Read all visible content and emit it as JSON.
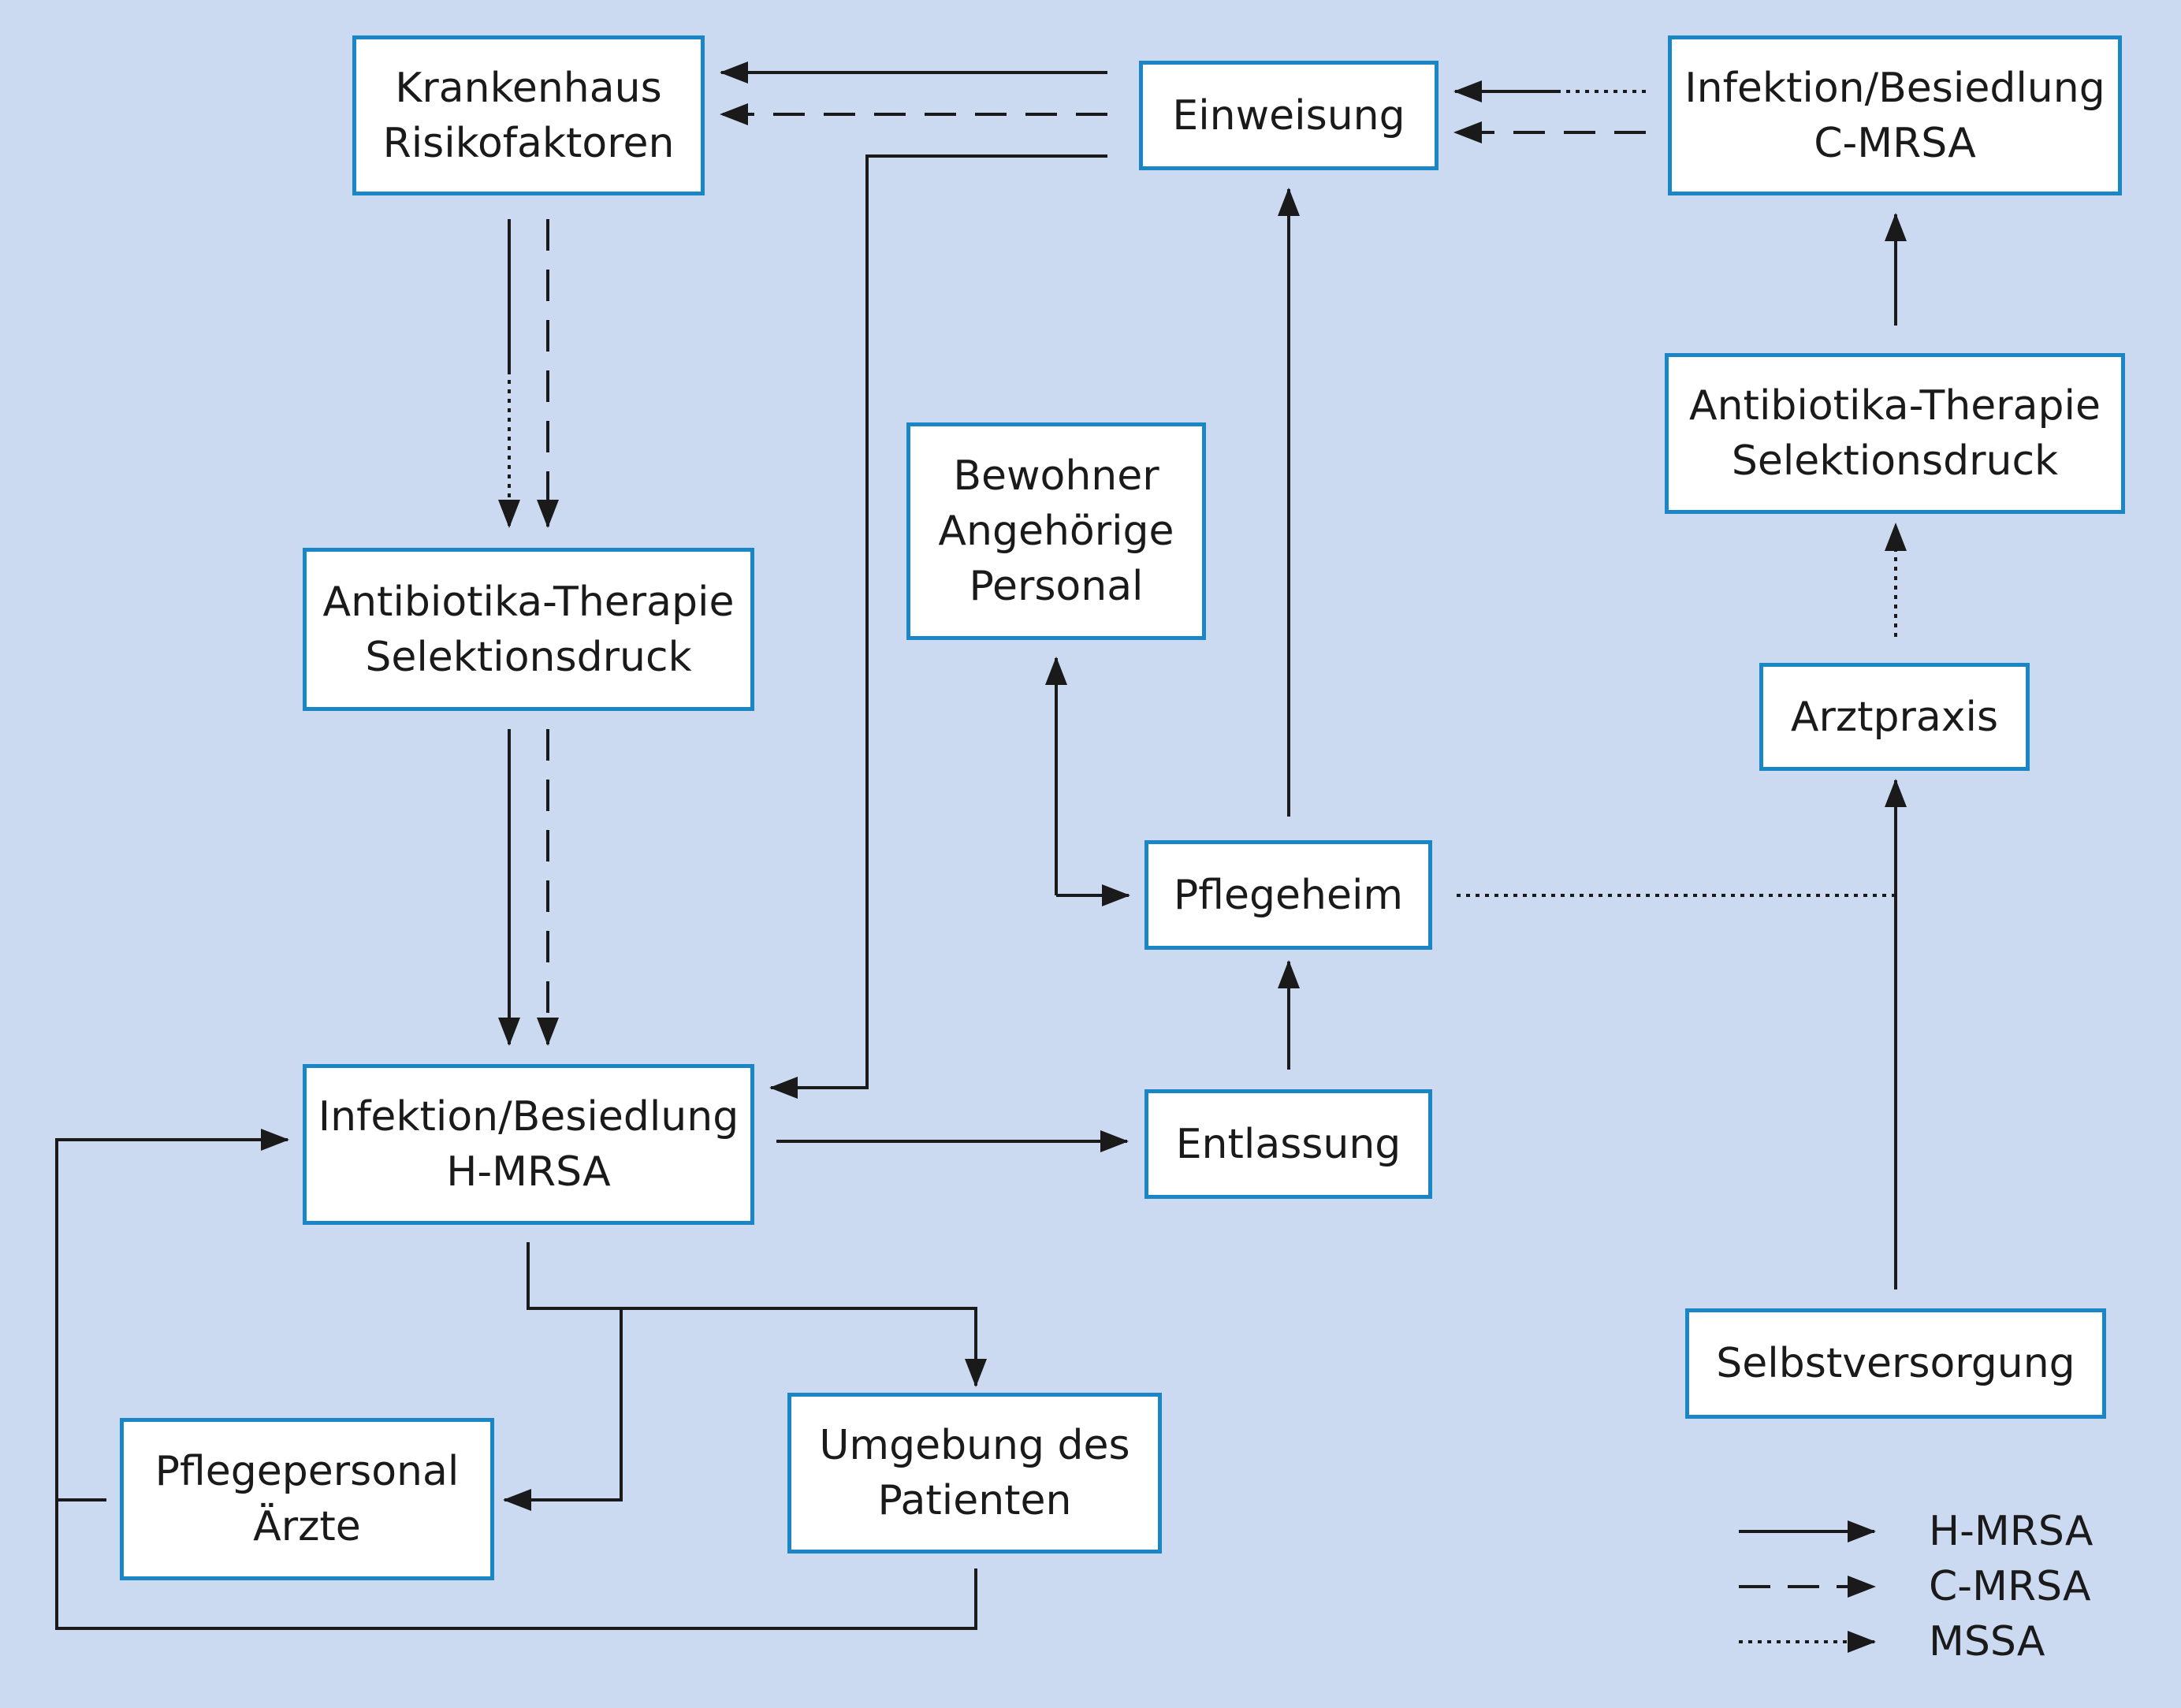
{
  "colors": {
    "background": "#cbdaf1",
    "box_border": "#1b86c6",
    "box_fill": "#ffffff",
    "line": "#1a1a1a"
  },
  "nodes": {
    "krankenhaus": "Krankenhaus\nRisikofaktoren",
    "einweisung": "Einweisung",
    "infektion_cmrsa": "Infektion/Besiedlung\nC-MRSA",
    "antibiotika_left": "Antibiotika-Therapie\nSelektionsdruck",
    "antibiotika_right": "Antibiotika-Therapie\nSelektionsdruck",
    "bewohner": "Bewohner\nAngehörige\nPersonal",
    "arztpraxis": "Arztpraxis",
    "pflegeheim": "Pflegeheim",
    "infektion_hmrsa": "Infektion/Besiedlung\nH-MRSA",
    "entlassung": "Entlassung",
    "selbstversorgung": "Selbstversorgung",
    "pflegepersonal": "Pflegepersonal\nÄrzte",
    "umgebung": "Umgebung des\nPatienten"
  },
  "legend": {
    "solid": "H-MRSA",
    "dashed": "C-MRSA",
    "dotted": "MSSA"
  }
}
